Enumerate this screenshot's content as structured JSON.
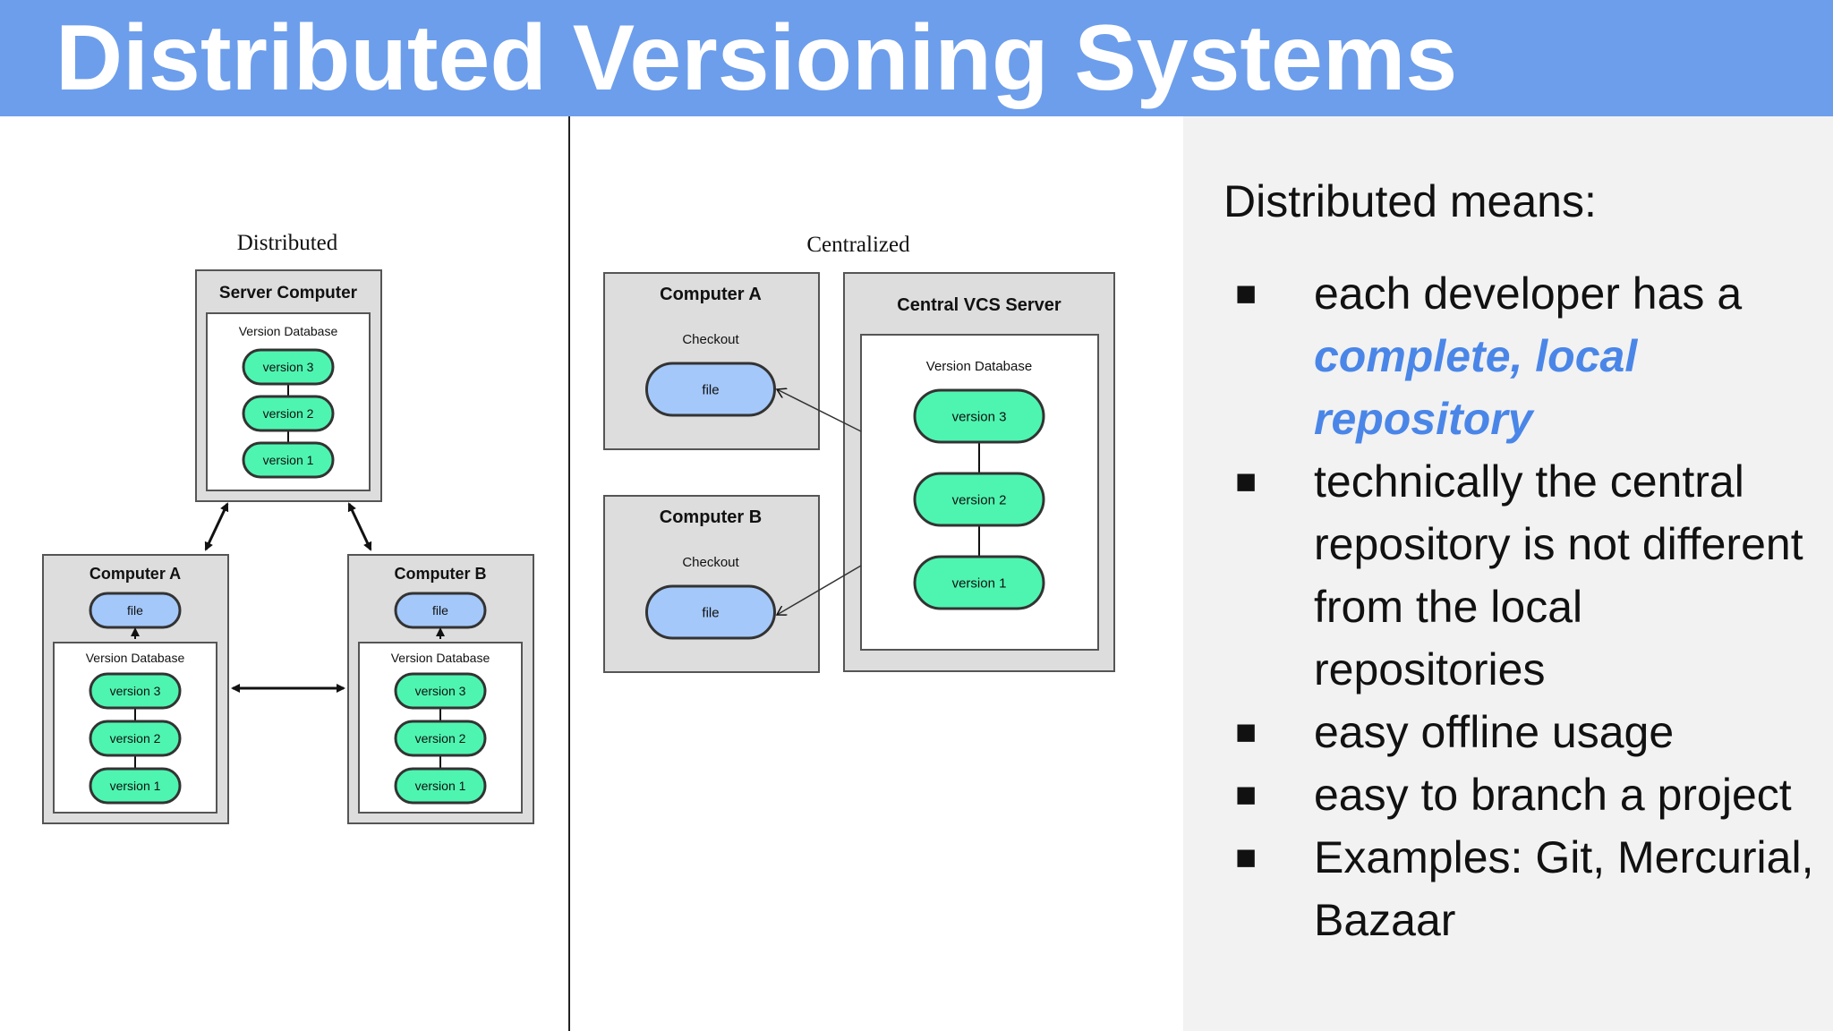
{
  "title": "Distributed Versioning Systems",
  "distributed_diagram": {
    "caption": "Distributed",
    "server_label": "Server Computer",
    "computer_a_label": "Computer A",
    "computer_b_label": "Computer B",
    "db_label": "Version Database",
    "file_label": "file",
    "versions": [
      "version 3",
      "version 2",
      "version 1"
    ]
  },
  "centralized_diagram": {
    "caption": "Centralized",
    "computer_a_label": "Computer A",
    "computer_b_label": "Computer B",
    "checkout_label": "Checkout",
    "file_label": "file",
    "server_label": "Central VCS Server",
    "db_label": "Version Database",
    "versions": [
      "version 3",
      "version 2",
      "version 1"
    ]
  },
  "panel": {
    "heading": "Distributed means:",
    "bullets": [
      {
        "pre": "each developer has a ",
        "highlight": "complete, local repository",
        "post": ""
      },
      {
        "pre": "technically the central repository is not different from the local repositories",
        "highlight": "",
        "post": ""
      },
      {
        "pre": "easy offline usage",
        "highlight": "",
        "post": ""
      },
      {
        "pre": "easy to branch a project",
        "highlight": "",
        "post": ""
      },
      {
        "pre": "Examples: Git, Mercurial, Bazaar",
        "highlight": "",
        "post": ""
      }
    ]
  },
  "colors": {
    "title_bar": "#6d9eeb",
    "highlight": "#4a86e8",
    "version_fill": "#4ef5b0",
    "file_fill": "#a4c8f9",
    "box_fill": "#dddddd"
  },
  "icons": {
    "bullet": "black-square"
  }
}
